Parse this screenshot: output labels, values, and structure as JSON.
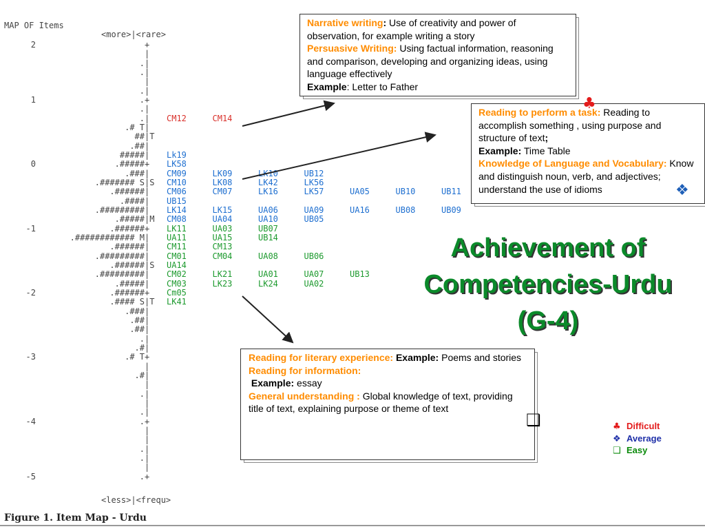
{
  "map": {
    "title": "MAP OF Items",
    "header": "<more>|<rare>",
    "footer": "<less>|<frequ>",
    "rows": [
      {
        "scale": "2",
        "persons": "",
        "mid": "+",
        "items": []
      },
      {
        "scale": "",
        "persons": "",
        "mid": "|",
        "items": []
      },
      {
        "scale": "",
        "persons": ".",
        "mid": "|",
        "items": []
      },
      {
        "scale": "",
        "persons": ".",
        "mid": "|",
        "items": []
      },
      {
        "scale": "",
        "persons": "",
        "mid": "|",
        "items": []
      },
      {
        "scale": "",
        "persons": ".",
        "mid": "|",
        "items": []
      },
      {
        "scale": "1",
        "persons": ".",
        "mid": "+",
        "items": []
      },
      {
        "scale": "",
        "persons": ".",
        "mid": "|",
        "items": []
      },
      {
        "scale": "",
        "persons": ".",
        "mid": "|",
        "items": [
          {
            "code": "CM12",
            "level": "difficult"
          },
          {
            "code": "CM14",
            "level": "difficult"
          }
        ]
      },
      {
        "scale": "",
        "persons": ".# T",
        "mid": "|",
        "items": []
      },
      {
        "scale": "",
        "persons": "##",
        "mid": "|T",
        "items": []
      },
      {
        "scale": "",
        "persons": ".##",
        "mid": "|",
        "items": []
      },
      {
        "scale": "",
        "persons": "#####",
        "mid": "|",
        "items": [
          {
            "code": "Lk19",
            "level": "average"
          }
        ]
      },
      {
        "scale": "0",
        "persons": ".#####",
        "mid": "+",
        "items": [
          {
            "code": "LK58",
            "level": "average"
          }
        ]
      },
      {
        "scale": "",
        "persons": ".###",
        "mid": "|",
        "items": [
          {
            "code": "CM09",
            "level": "average"
          },
          {
            "code": "LK09",
            "level": "average"
          },
          {
            "code": "LK10",
            "level": "average"
          },
          {
            "code": "UB12",
            "level": "average"
          }
        ]
      },
      {
        "scale": "",
        "persons": ".####### S",
        "mid": "|S",
        "items": [
          {
            "code": "CM10",
            "level": "average"
          },
          {
            "code": "LK08",
            "level": "average"
          },
          {
            "code": "LK42",
            "level": "average"
          },
          {
            "code": "LK56",
            "level": "average"
          }
        ]
      },
      {
        "scale": "",
        "persons": ".######",
        "mid": "|",
        "items": [
          {
            "code": "CM06",
            "level": "average"
          },
          {
            "code": "CM07",
            "level": "average"
          },
          {
            "code": "LK16",
            "level": "average"
          },
          {
            "code": "LK57",
            "level": "average"
          },
          {
            "code": "UA05",
            "level": "average"
          },
          {
            "code": "UB10",
            "level": "average"
          },
          {
            "code": "UB11",
            "level": "average"
          }
        ]
      },
      {
        "scale": "",
        "persons": ".####",
        "mid": "|",
        "items": [
          {
            "code": "UB15",
            "level": "average"
          }
        ]
      },
      {
        "scale": "",
        "persons": ".#########",
        "mid": "|",
        "items": [
          {
            "code": "LK14",
            "level": "average"
          },
          {
            "code": "LK15",
            "level": "average"
          },
          {
            "code": "UA06",
            "level": "average"
          },
          {
            "code": "UA09",
            "level": "average"
          },
          {
            "code": "UA16",
            "level": "average"
          },
          {
            "code": "UB08",
            "level": "average"
          },
          {
            "code": "UB09",
            "level": "average"
          }
        ]
      },
      {
        "scale": "",
        "persons": ".#####",
        "mid": "|M",
        "items": [
          {
            "code": "CM08",
            "level": "average"
          },
          {
            "code": "UA04",
            "level": "average"
          },
          {
            "code": "UA10",
            "level": "average"
          },
          {
            "code": "UB05",
            "level": "average"
          }
        ]
      },
      {
        "scale": "-1",
        "persons": ".######",
        "mid": "+",
        "items": [
          {
            "code": "LK11",
            "level": "easy"
          },
          {
            "code": "UA03",
            "level": "easy"
          },
          {
            "code": "UB07",
            "level": "easy"
          }
        ]
      },
      {
        "scale": "",
        "persons": ".############ M",
        "mid": "|",
        "items": [
          {
            "code": "UA11",
            "level": "easy"
          },
          {
            "code": "UA15",
            "level": "easy"
          },
          {
            "code": "UB14",
            "level": "easy"
          }
        ]
      },
      {
        "scale": "",
        "persons": ".######",
        "mid": "|",
        "items": [
          {
            "code": "CM11",
            "level": "easy"
          },
          {
            "code": "CM13",
            "level": "easy"
          }
        ]
      },
      {
        "scale": "",
        "persons": ".#########",
        "mid": "|",
        "items": [
          {
            "code": "CM01",
            "level": "easy"
          },
          {
            "code": "CM04",
            "level": "easy"
          },
          {
            "code": "UA08",
            "level": "easy"
          },
          {
            "code": "UB06",
            "level": "easy"
          }
        ]
      },
      {
        "scale": "",
        "persons": ".######",
        "mid": "|S",
        "items": [
          {
            "code": "UA14",
            "level": "easy"
          }
        ]
      },
      {
        "scale": "",
        "persons": ".#########",
        "mid": "|",
        "items": [
          {
            "code": "CM02",
            "level": "easy"
          },
          {
            "code": "LK21",
            "level": "easy"
          },
          {
            "code": "UA01",
            "level": "easy"
          },
          {
            "code": "UA07",
            "level": "easy"
          },
          {
            "code": "UB13",
            "level": "easy"
          }
        ]
      },
      {
        "scale": "",
        "persons": ".#####",
        "mid": "|",
        "items": [
          {
            "code": "CM03",
            "level": "easy"
          },
          {
            "code": "LK23",
            "level": "easy"
          },
          {
            "code": "LK24",
            "level": "easy"
          },
          {
            "code": "UA02",
            "level": "easy"
          }
        ]
      },
      {
        "scale": "-2",
        "persons": ".######",
        "mid": "+",
        "items": [
          {
            "code": "Cm05",
            "level": "easy"
          }
        ]
      },
      {
        "scale": "",
        "persons": ".#### S",
        "mid": "|T",
        "items": [
          {
            "code": "LK41",
            "level": "easy"
          }
        ]
      },
      {
        "scale": "",
        "persons": ".###",
        "mid": "|",
        "items": []
      },
      {
        "scale": "",
        "persons": ".##",
        "mid": "|",
        "items": []
      },
      {
        "scale": "",
        "persons": ".##",
        "mid": "|",
        "items": []
      },
      {
        "scale": "",
        "persons": ".",
        "mid": "|",
        "items": []
      },
      {
        "scale": "",
        "persons": ".#",
        "mid": "|",
        "items": []
      },
      {
        "scale": "-3",
        "persons": ".# T",
        "mid": "+",
        "items": []
      },
      {
        "scale": "",
        "persons": "",
        "mid": "|",
        "items": []
      },
      {
        "scale": "",
        "persons": ".#",
        "mid": "|",
        "items": []
      },
      {
        "scale": "",
        "persons": "",
        "mid": "|",
        "items": []
      },
      {
        "scale": "",
        "persons": ".",
        "mid": "|",
        "items": []
      },
      {
        "scale": "",
        "persons": "",
        "mid": "|",
        "items": []
      },
      {
        "scale": "",
        "persons": ".",
        "mid": "|",
        "items": []
      },
      {
        "scale": "-4",
        "persons": ".",
        "mid": "+",
        "items": []
      },
      {
        "scale": "",
        "persons": "",
        "mid": "|",
        "items": []
      },
      {
        "scale": "",
        "persons": "",
        "mid": "|",
        "items": []
      },
      {
        "scale": "",
        "persons": ".",
        "mid": "|",
        "items": []
      },
      {
        "scale": "",
        "persons": ".",
        "mid": "|",
        "items": []
      },
      {
        "scale": "",
        "persons": "",
        "mid": "|",
        "items": []
      },
      {
        "scale": "-5",
        "persons": ".",
        "mid": "+",
        "items": []
      }
    ]
  },
  "caption": "Figure 1. Item Map - Urdu",
  "title": {
    "line1": "Achievement of",
    "line2": "Competencies-Urdu",
    "line3": "(G-4)"
  },
  "boxes": {
    "difficult": {
      "h1": "Narrative writing",
      "colon1": ":",
      "t1": " Use of creativity and power of observation, for example writing a story",
      "h2": "Persuasive Writing:",
      "t2": " Using factual information, reasoning and comparison, developing and organizing ideas, using language effectively",
      "ex_label": "Example",
      "ex_text": ": Letter to Father"
    },
    "average": {
      "h1": "Reading to perform a task:",
      "t1": " Reading to accomplish something , using purpose and structure of text",
      "t1_end": ";",
      "ex_label": "Example:",
      "ex_text": " Time Table",
      "h2": "Knowledge of Language and Vocabulary:",
      "t2": " Know and distinguish noun, verb, and adjectives; understand the use of idioms"
    },
    "easy": {
      "h1": "Reading for literary experience:",
      "ex1_label": "Example:",
      "ex1_text": " Poems and stories",
      "h2": "Reading for information:",
      "ex2_label": "Example:",
      "ex2_text": " essay",
      "h3": "General understanding :",
      "t3": " Global knowledge of text, providing title of text, explaining purpose or theme of text"
    }
  },
  "symbols": {
    "difficult": "♣",
    "average": "❖",
    "easy": "❑"
  },
  "legend": [
    {
      "symbol": "♣",
      "label": "Difficult",
      "color": "#e31b1b",
      "icon": "club-icon"
    },
    {
      "symbol": "❖",
      "label": "Average",
      "color": "#1e2fa8",
      "icon": "diamond-cluster-icon"
    },
    {
      "symbol": "❑",
      "label": "Easy",
      "color": "#0a8a0a",
      "icon": "square-icon"
    }
  ],
  "colors": {
    "difficult": "#d9302a",
    "average": "#1e6fd0",
    "easy": "#1d9a2e",
    "highlight": "#ff8c00",
    "title": "#0b8a2a"
  }
}
